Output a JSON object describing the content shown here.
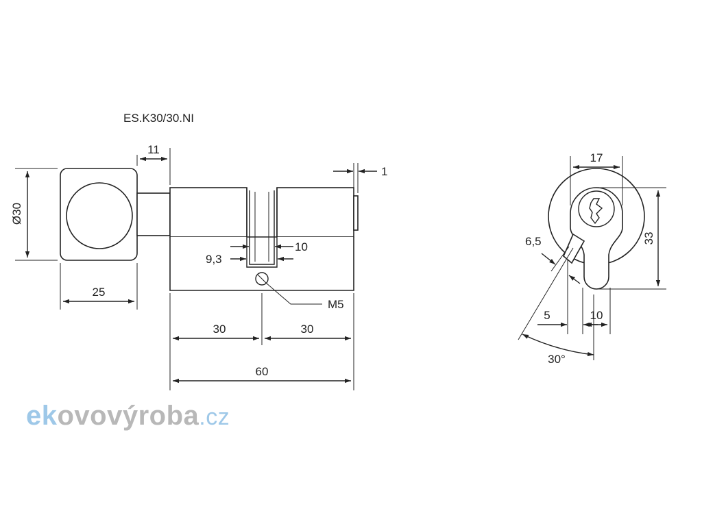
{
  "title": "ES.K30/30.NI",
  "dimensions": {
    "knob_diameter": "Ø30",
    "knob_width": "25",
    "neck_length": "11",
    "end_gap": "1",
    "cam_inner": "10",
    "cam_outer": "9,3",
    "screw": "M5",
    "left_half": "30",
    "right_half": "30",
    "total_length": "60",
    "profile_width": "17",
    "profile_height": "33",
    "cam_thickness": "6,5",
    "cam_offset": "5",
    "bottom_width": "10",
    "cam_angle": "30°"
  },
  "logo": {
    "part1": "ek",
    "part2": "ovovýroba",
    "part3": ".cz"
  },
  "colors": {
    "line": "#222222",
    "logo_blue": "#9ec8e8",
    "logo_grey": "#b8b8b8"
  }
}
